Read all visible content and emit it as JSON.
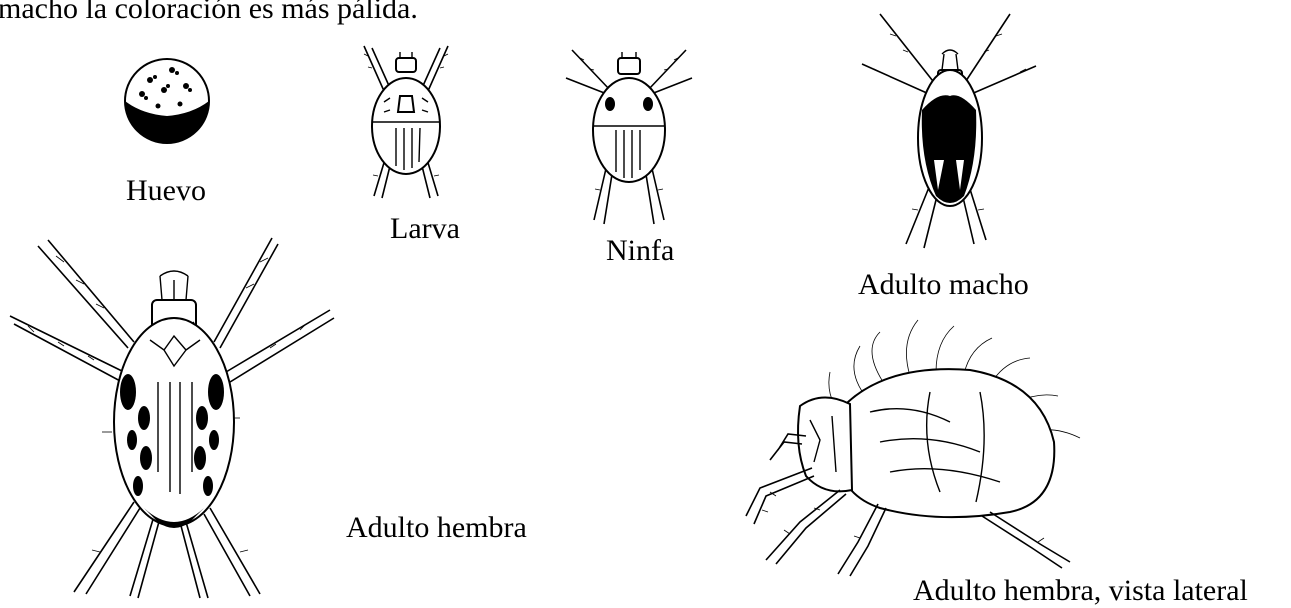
{
  "header_text": "macho la coloración es más pálida.",
  "stages": {
    "egg": "Huevo",
    "larva": "Larva",
    "nymph": "Ninfa",
    "adult_male": "Adulto macho",
    "adult_female": "Adulto hembra",
    "adult_female_lateral": "Adulto hembra, vista lateral"
  }
}
